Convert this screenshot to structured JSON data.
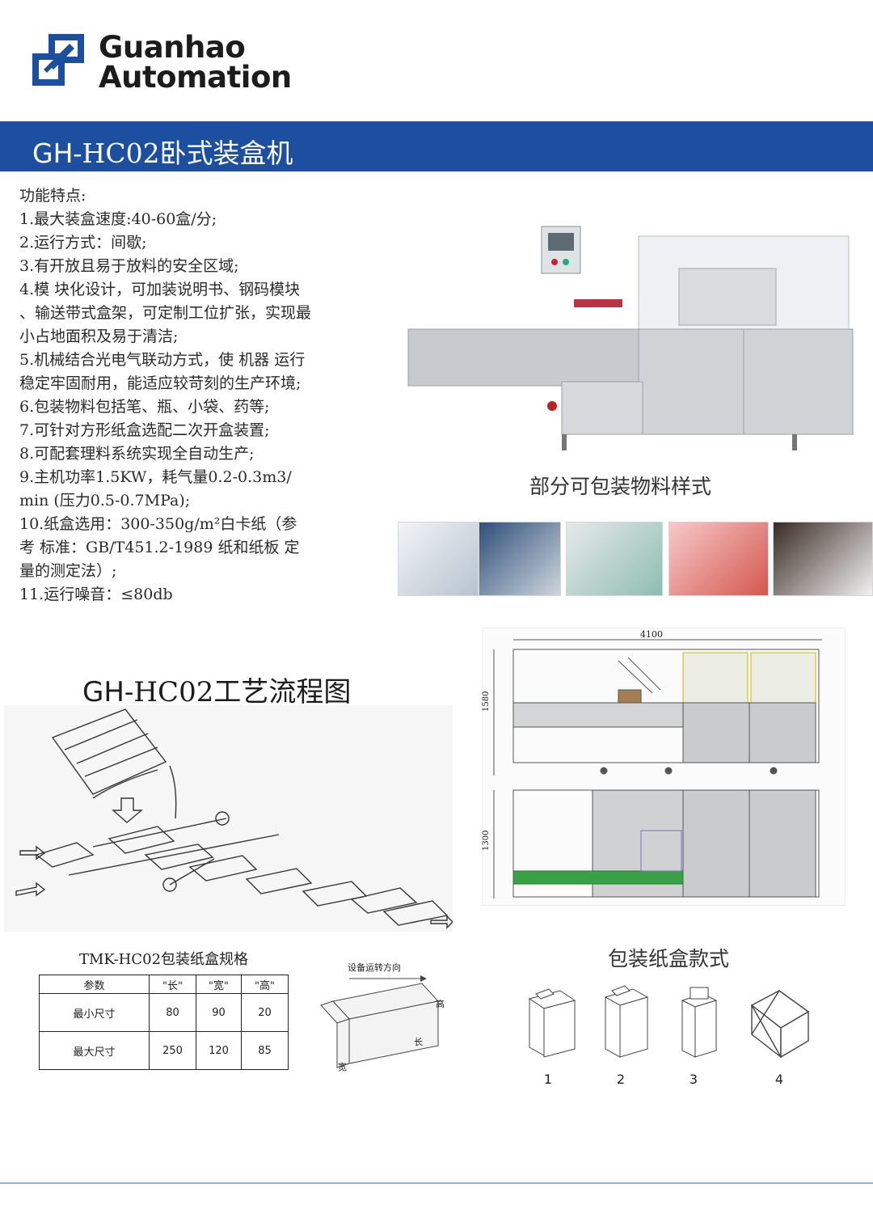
{
  "brand": {
    "line1": "Guanhao",
    "line2": "Automation",
    "colors": {
      "primary": "#1d4fa0",
      "accent": "#8fb8d4"
    }
  },
  "banner": {
    "prefix": "GH",
    "title": "-HC02卧式装盒机"
  },
  "features": {
    "heading": "功能特点:",
    "lines": [
      "1.最大装盒速度:40-60盒/分;",
      "2.运行方式：间歇;",
      "3.有开放且易于放料的安全区域;",
      "4.模 块化设计，可加装说明书、钢码模块",
      "、输送带式盒架，可定制工位扩张，实现最",
      "小占地面积及易于清洁;",
      "5.机械结合光电气联动方式，使 机器 运行",
      "稳定牢固耐用，能适应较苛刻的生产环境;",
      "6.包装物料包括笔、瓶、小袋、药等;",
      "7.可针对方形纸盒选配二次开盒装置;",
      "8.可配套理料系统实现全自动生产;",
      "9.主机功率1.5KW，耗气量0.2-0.3m3/",
      "min (压力0.5-0.7MPa);",
      "10.纸盒选用：300-350g/m²白卡纸（参",
      "考 标准：GB/T451.2-1989 纸和纸板 定",
      "量的测定法）;",
      "11.运行噪音：≤80db"
    ]
  },
  "samples": {
    "caption": "部分可包装物料样式"
  },
  "flow": {
    "prefix": "GH",
    "title": "-HC02工艺流程图"
  },
  "drawing": {
    "length": "4100",
    "height": "1580",
    "width": "1300"
  },
  "spec_table": {
    "title": "TMK-HC02包装纸盒规格",
    "headers": [
      "参数",
      "\"长\"",
      "\"宽\"",
      "\"高\""
    ],
    "rows": [
      [
        "最小尺寸",
        "80",
        "90",
        "20"
      ],
      [
        "最大尺寸",
        "250",
        "120",
        "85"
      ]
    ]
  },
  "box_diagram": {
    "direction": "设备运转方向",
    "height": "高",
    "length": "长",
    "width": "宽"
  },
  "box_styles": {
    "title": "包装纸盒款式",
    "numbers": [
      "1",
      "2",
      "3",
      "4"
    ]
  }
}
